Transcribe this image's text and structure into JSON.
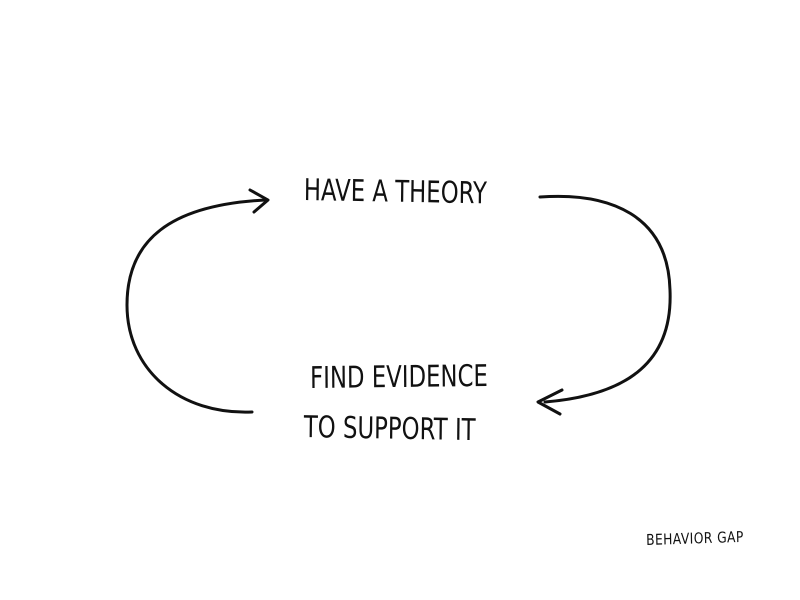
{
  "diagram": {
    "nodes": [
      {
        "id": "have-theory",
        "lines": [
          "Have a Theory"
        ]
      },
      {
        "id": "find-evidence",
        "lines": [
          "Find Evidence",
          "to support it"
        ]
      }
    ],
    "edges": [
      {
        "from": "have-theory",
        "to": "find-evidence",
        "direction": "clockwise-right-side"
      },
      {
        "from": "find-evidence",
        "to": "have-theory",
        "direction": "clockwise-left-side"
      }
    ],
    "signature": "Behavior Gap",
    "colors": {
      "ink": "#111111",
      "background": "#ffffff"
    }
  }
}
